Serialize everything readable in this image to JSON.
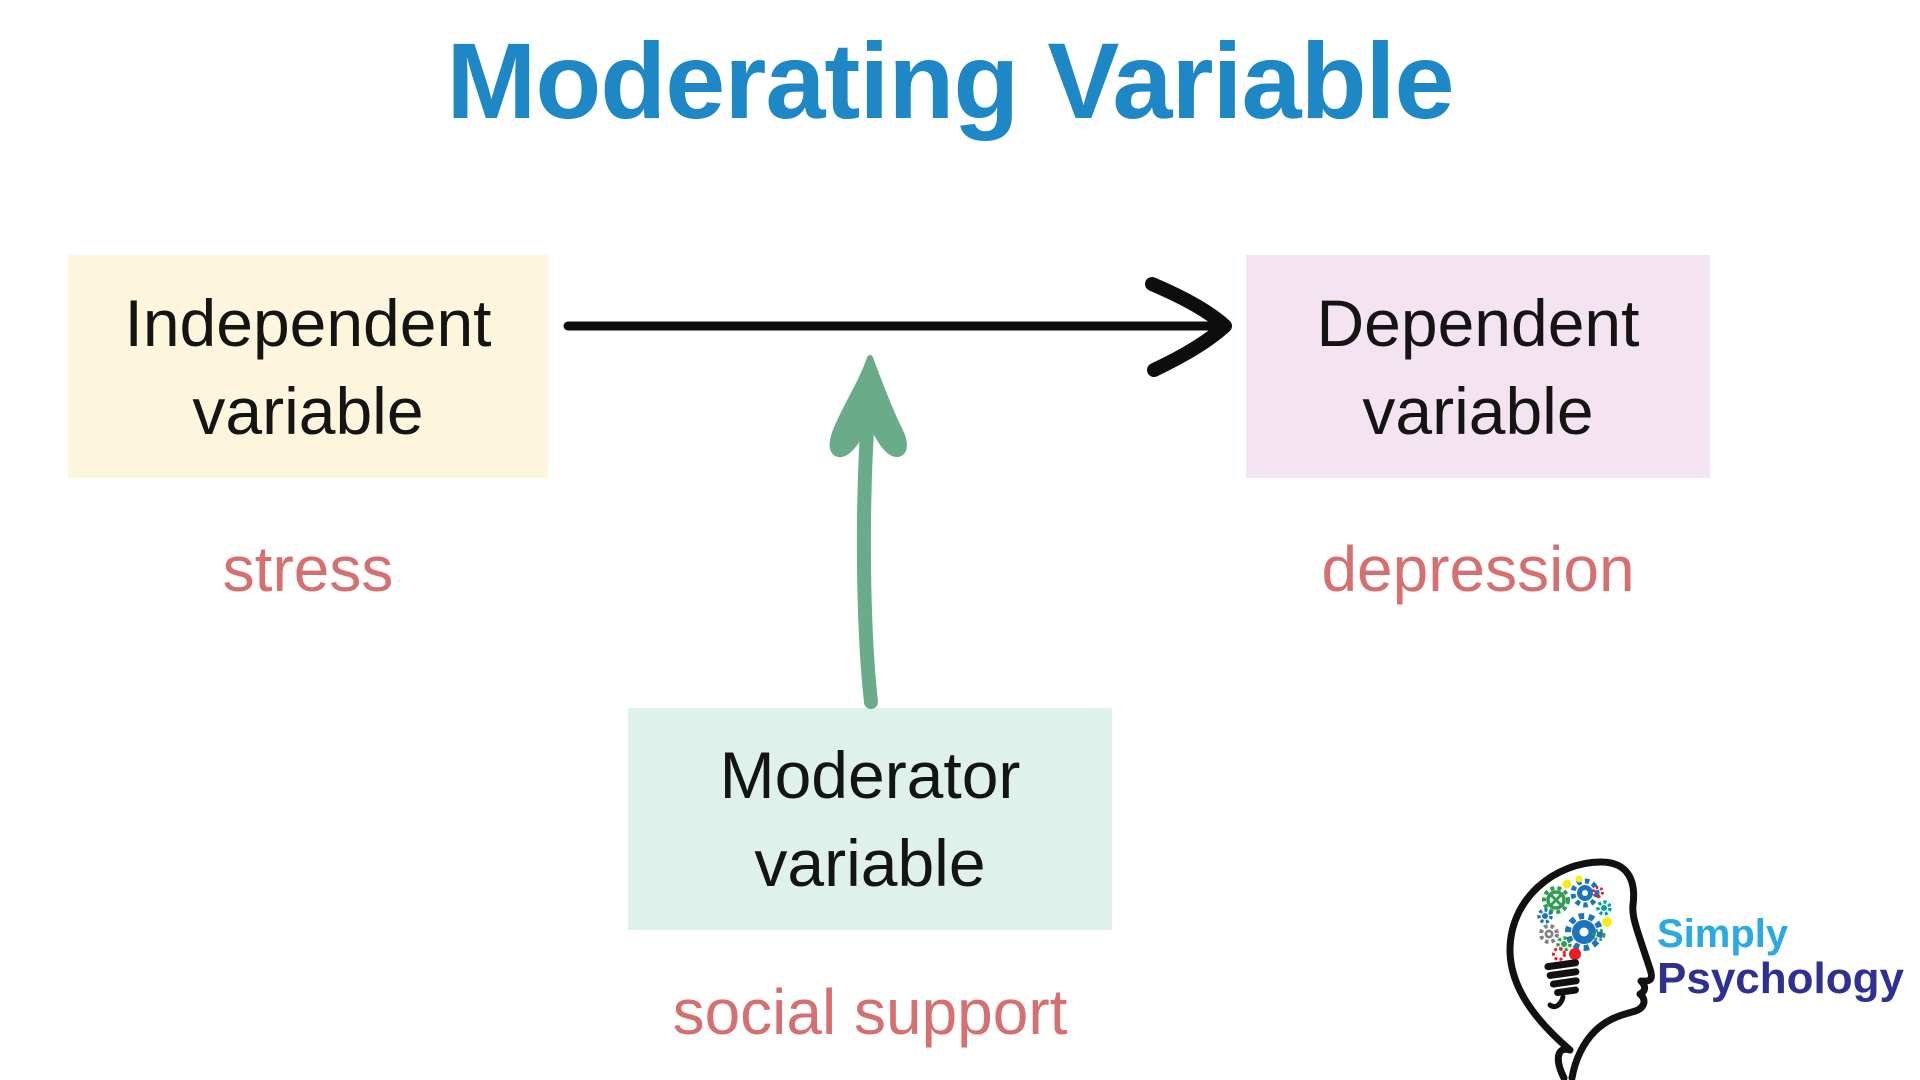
{
  "title": {
    "text": "Moderating Variable",
    "color": "#1e87c5"
  },
  "diagram": {
    "independent_box": {
      "line1": "Independent",
      "line2": "variable",
      "bg_color": "#fdf5dc",
      "example_label": "stress"
    },
    "dependent_box": {
      "line1": "Dependent",
      "line2": "variable",
      "bg_color": "#f4e3f0",
      "example_label": "depression"
    },
    "moderator_box": {
      "line1": "Moderator",
      "line2": "variable",
      "bg_color": "#def1eb",
      "example_label": "social support"
    },
    "example_label_color": "#d66f6f",
    "main_arrow": {
      "from": "Independent variable",
      "to": "Dependent variable",
      "color": "#0d0d0d"
    },
    "moderator_arrow": {
      "from": "Moderator variable",
      "to": "main arrow",
      "color": "#6aab89"
    }
  },
  "logo": {
    "line1": "Simply",
    "line2": "Psychology",
    "line1_color": "#29abe2",
    "line2_color": "#2e3192"
  }
}
